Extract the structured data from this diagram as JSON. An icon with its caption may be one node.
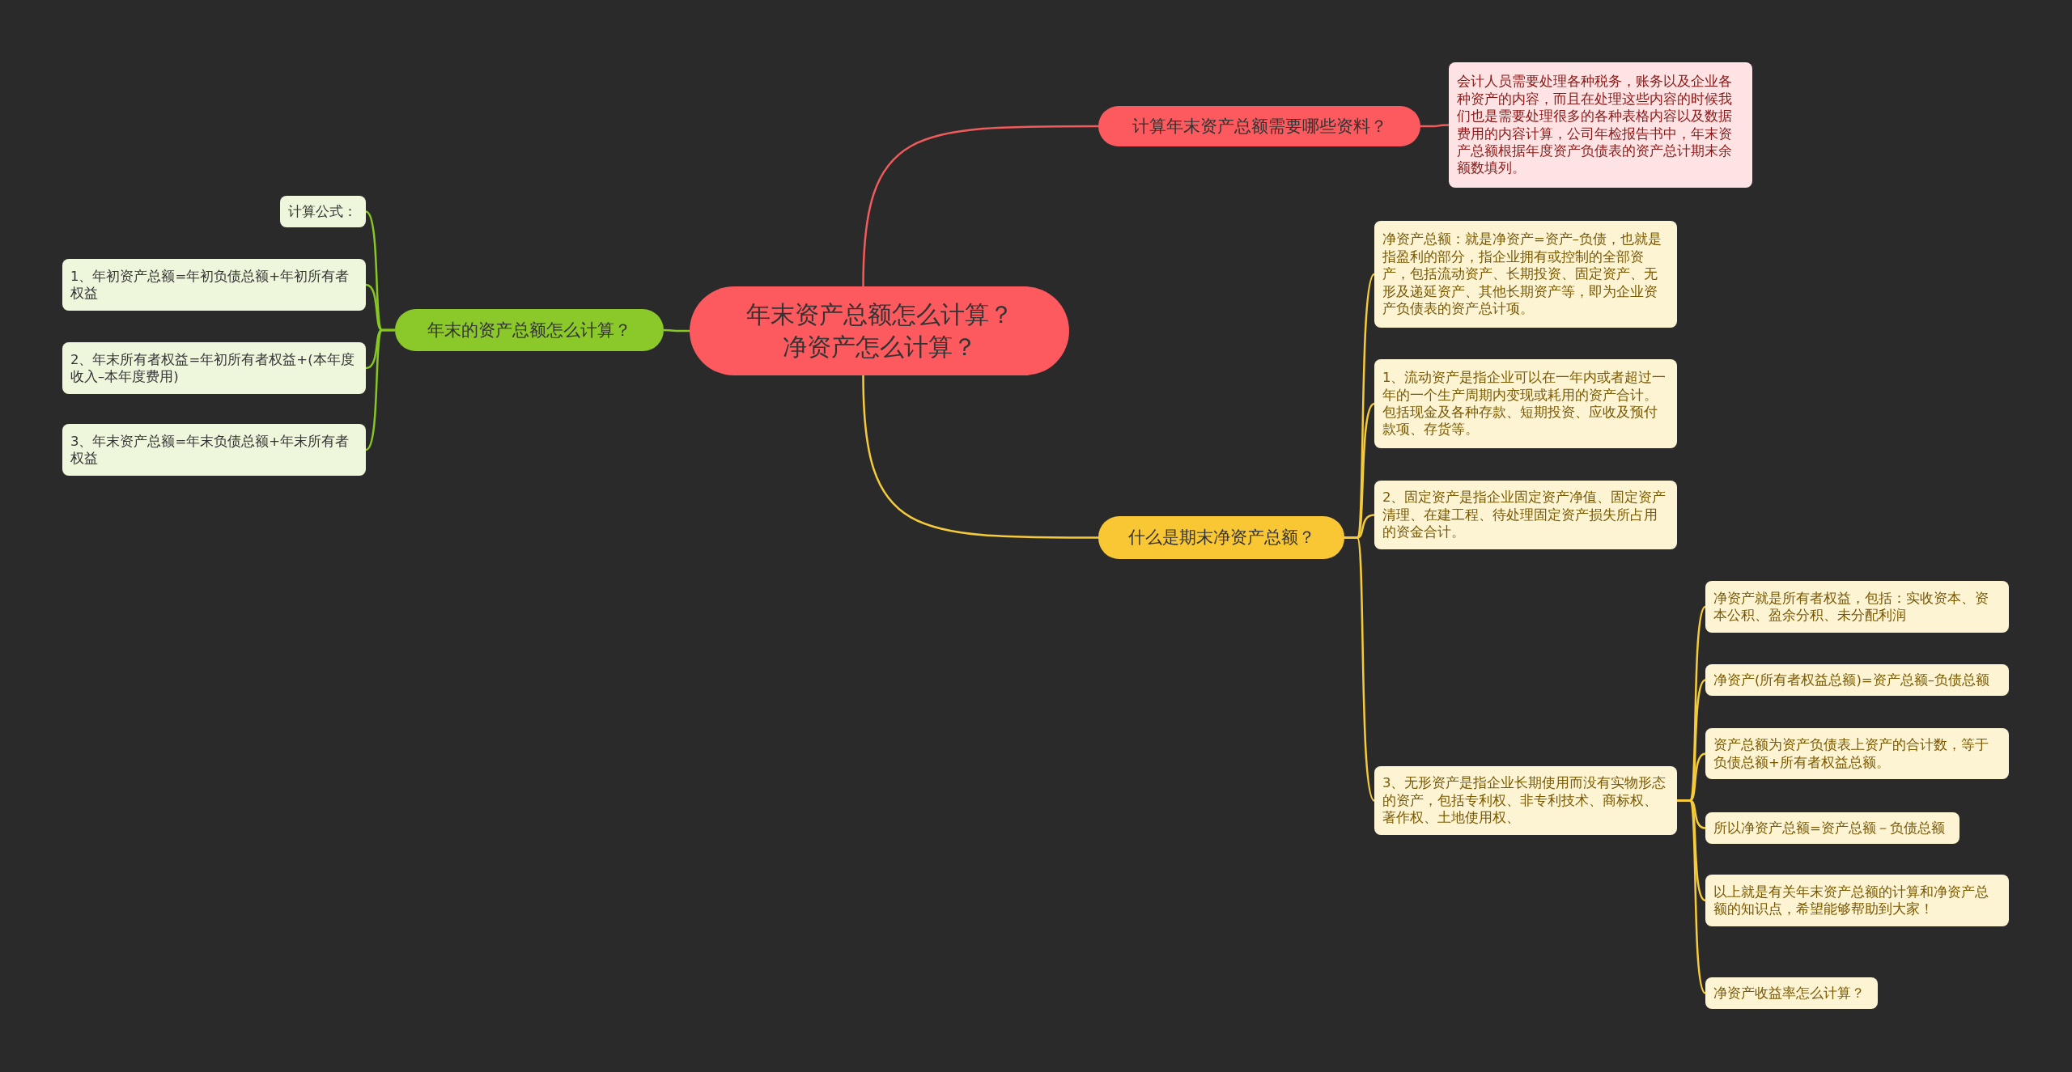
{
  "diagram": {
    "nodes": [
      {
        "text": [
          "年末资产总额怎么计算？净资产怎么计算？"
        ]
      },
      {
        "text": [
          "计算年末资产总额需要哪些资料？"
        ]
      },
      {
        "text": [
          "会计人员需要处理各种税务，账务以及企业各种资产的内容，而且在处理这些内容的时候我们也是需要处理很多的各种表格内容以及数据费用的内容计算，公司年检报告书中，年末资产总额根据年度资产负债表的资产总计期末余额数填列。"
        ]
      },
      {
        "text": [
          "什么是期末净资产总额？"
        ]
      },
      {
        "text": [
          "净资产总额：就是净资产=资产–负债，也就是指盈利的部分，指企业拥有或控制的全部资产，包括流动资产、长期投资、固定资产、无形及递延资产、其他长期资产等，即为企业资产负债表的资产总计项。"
        ]
      },
      {
        "text": [
          "1、流动资产是指企业可以在一年内或者超过一年的一个生产周期内变现或耗用的资产合计。包括现金及各种存款、短期投资、应收及预付款项、存货等。"
        ]
      },
      {
        "text": [
          "2、固定资产是指企业固定资产净值、固定资产清理、在建工程、待处理固定资产损失所占用的资金合计。"
        ]
      },
      {
        "text": [
          "3、无形资产是指企业长期使用而没有实物形态的资产，包括专利权、非专利技术、商标权、著作权、土地使用权、"
        ]
      },
      {
        "text": [
          "净资产就是所有者权益，包括：实收资本、资本公积、盈余分积、未分配利润"
        ]
      },
      {
        "text": [
          "净资产(所有者权益总额)=资产总额–负债总额"
        ]
      },
      {
        "text": [
          "资产总额为资产负债表上资产的合计数，等于负债总额+所有者权益总额。"
        ]
      },
      {
        "text": [
          "所以净资产总额=资产总额－负债总额"
        ]
      },
      {
        "text": [
          "以上就是有关年末资产总额的计算和净资产总额的知识点，希望能够帮助到大家！"
        ]
      },
      {
        "text": [
          "净资产收益率怎么计算？"
        ]
      },
      {
        "text": [
          "年末的资产总额怎么计算？"
        ]
      },
      {
        "text": [
          "计算公式："
        ]
      },
      {
        "text": [
          "1、年初资产总额=年初负债总额+年初所有者权益"
        ]
      },
      {
        "text": [
          "2、年末所有者权益=年初所有者权益+(本年度收入–本年度费用)"
        ]
      },
      {
        "text": [
          "3、年末资产总额=年末负债总额+年末所有者权益"
        ]
      }
    ],
    "edges": [
      {
        "from": 0,
        "to": 1,
        "arrow": "none",
        "color": "#f25b5b"
      },
      {
        "from": 1,
        "to": 2,
        "arrow": "none",
        "color": "#f25b5b"
      },
      {
        "from": 0,
        "to": 3,
        "arrow": "none"
      },
      {
        "from": 3,
        "to": 4,
        "arrow": "none"
      },
      {
        "from": 3,
        "to": 5,
        "arrow": "none"
      },
      {
        "from": 3,
        "to": 6,
        "arrow": "none"
      },
      {
        "from": 3,
        "to": 7,
        "arrow": "none"
      },
      {
        "from": 7,
        "to": 8,
        "arrow": "none"
      },
      {
        "from": 7,
        "to": 9,
        "arrow": "none"
      },
      {
        "from": 7,
        "to": 10,
        "arrow": "none"
      },
      {
        "from": 7,
        "to": 11,
        "arrow": "none"
      },
      {
        "from": 7,
        "to": 12,
        "arrow": "none"
      },
      {
        "from": 7,
        "to": 13,
        "arrow": "none"
      },
      {
        "from": 0,
        "to": 14,
        "arrow": "none",
        "color": "#86c726"
      },
      {
        "from": 14,
        "to": 15,
        "arrow": "none",
        "color": "#86c726"
      },
      {
        "from": 14,
        "to": 16,
        "arrow": "none",
        "color": "#86c726"
      },
      {
        "from": 14,
        "to": 17,
        "arrow": "none",
        "color": "#86c726"
      },
      {
        "from": 14,
        "to": 18,
        "arrow": "none",
        "color": "#86c726"
      }
    ]
  }
}
